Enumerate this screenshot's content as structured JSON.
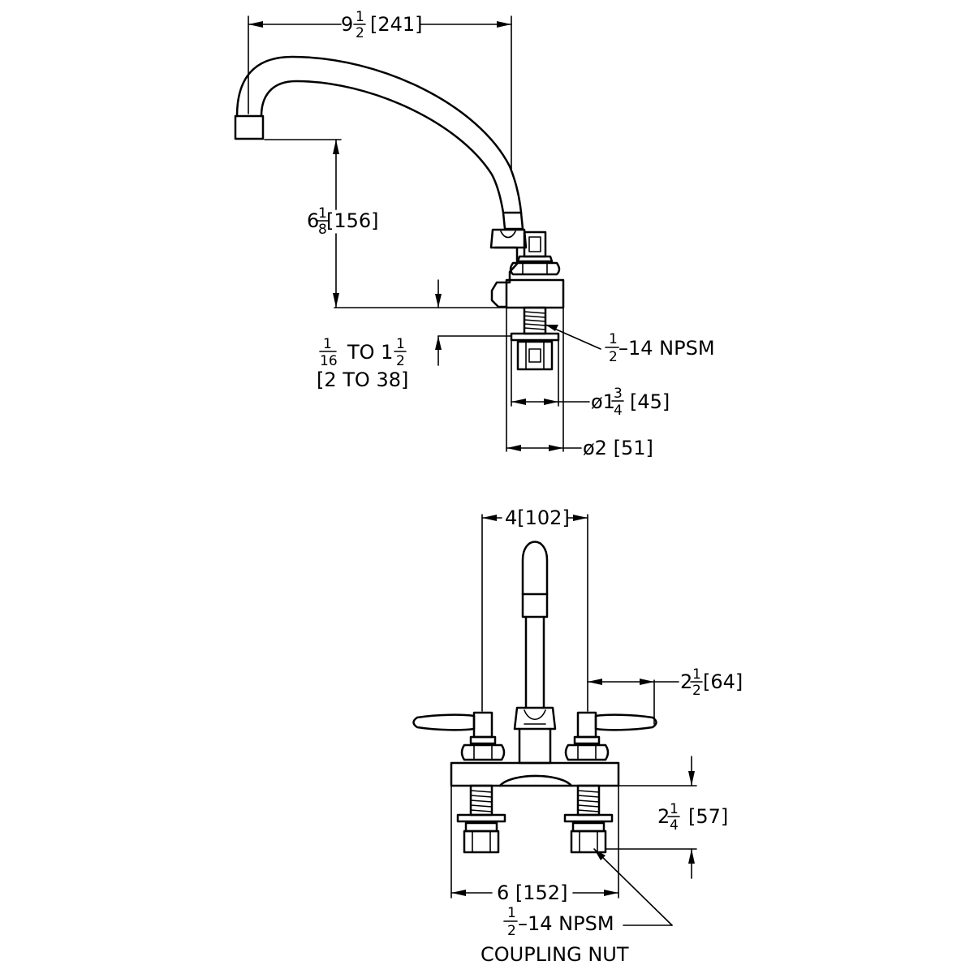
{
  "dimensions": {
    "spout_reach": {
      "whole": "9",
      "num": "1",
      "den": "2",
      "metric": "[241]"
    },
    "spout_height": {
      "whole": "6",
      "num": "1",
      "den": "8",
      "metric": "[156]"
    },
    "deck_range": {
      "num1": "1",
      "den1": "16",
      "mid": "TO 1",
      "num2": "1",
      "den2": "2",
      "metric": "[2 TO 38]"
    },
    "shank_thread_top": {
      "num": "1",
      "den": "2",
      "rest": "–14 NPSM"
    },
    "flange_dia_small": {
      "prefix": "ø1",
      "num": "3",
      "den": "4",
      "metric": "[45]"
    },
    "flange_dia_large": {
      "text": "ø2 [51]"
    },
    "center_spacing": {
      "text": "4[102]"
    },
    "handle_offset": {
      "whole": "2",
      "num": "1",
      "den": "2",
      "metric": "[64]"
    },
    "body_height": {
      "whole": "2",
      "num": "1",
      "den": "4",
      "metric": "[57]"
    },
    "base_width": {
      "text": "6 [152]"
    },
    "shank_thread_bottom": {
      "num": "1",
      "den": "2",
      "rest": "–14 NPSM",
      "line2": "COUPLING NUT"
    }
  }
}
